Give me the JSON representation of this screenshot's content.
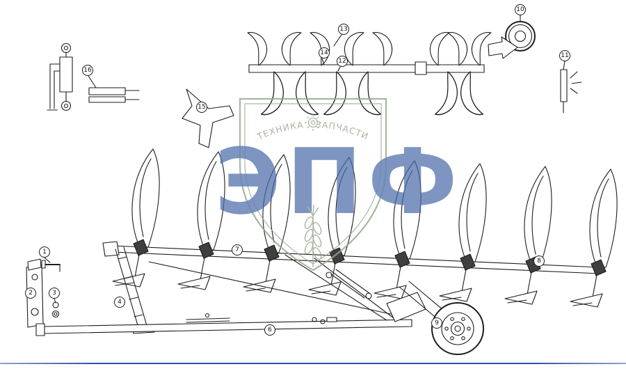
{
  "page": {
    "background_color": "#ffffff",
    "bottom_rule_color": "#2e4fa3"
  },
  "diagram": {
    "line_color": "#1c1c1c",
    "callouts": {
      "c1": "1",
      "c2": "2",
      "c3": "3",
      "c4": "4",
      "c6": "6",
      "c7": "7",
      "c8": "8",
      "c9": "9",
      "c10": "10",
      "c11": "11",
      "c12": "12",
      "c13": "13",
      "c14": "14",
      "c15": "15",
      "c16": "16"
    }
  },
  "watermark": {
    "brand": "ЭПФ",
    "shield_word_left": "ТЕХНИКА",
    "shield_word_right": "ЗАПЧАСТИ",
    "gear_icon": "gear-icon",
    "accent_color": "#4a6da8",
    "shield_color": "#97a78f"
  }
}
